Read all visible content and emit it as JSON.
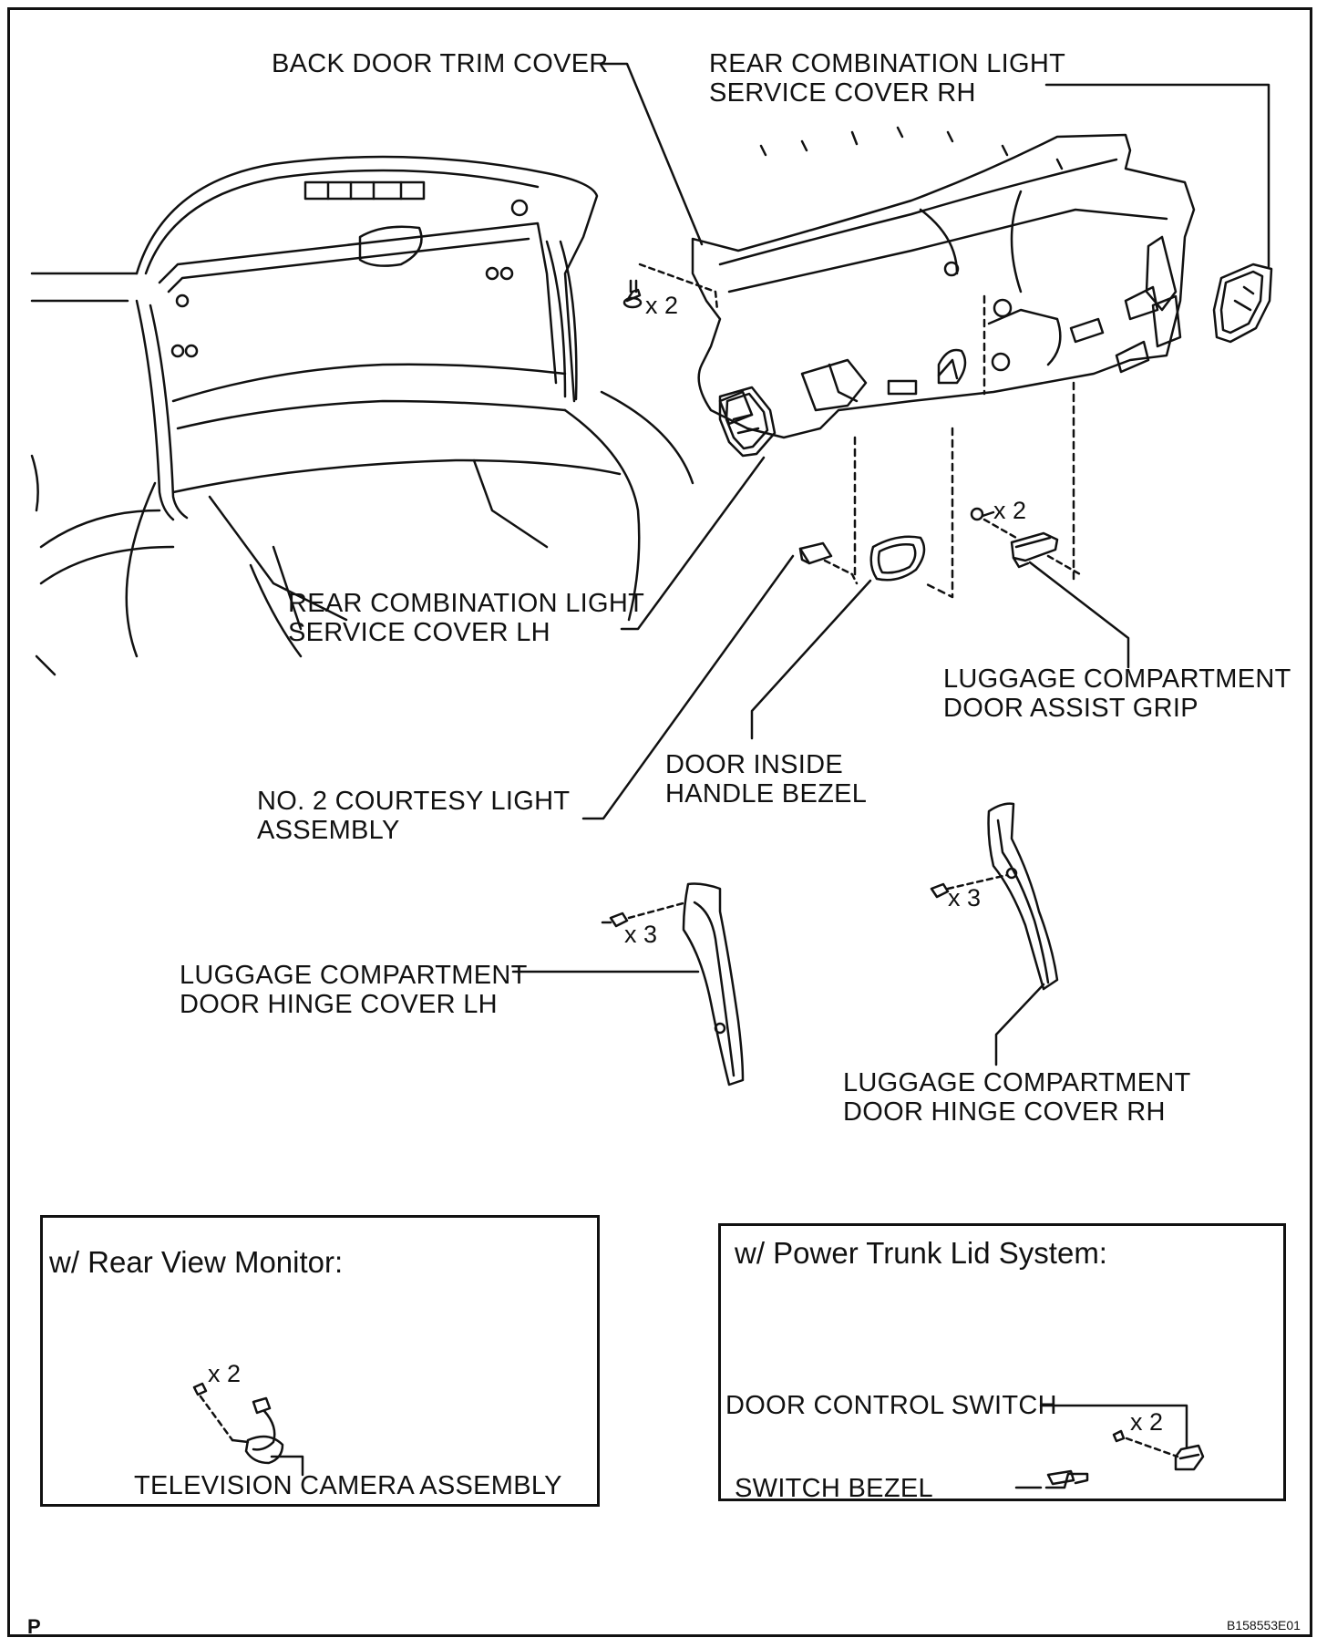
{
  "labels": {
    "back_door_trim_cover": "BACK DOOR TRIM COVER",
    "rcl_service_cover_rh_1": "REAR COMBINATION LIGHT",
    "rcl_service_cover_rh_2": "SERVICE COVER RH",
    "rcl_service_cover_lh_1": "REAR COMBINATION LIGHT",
    "rcl_service_cover_lh_2": "SERVICE COVER LH",
    "assist_grip_1": "LUGGAGE COMPARTMENT",
    "assist_grip_2": "DOOR ASSIST GRIP",
    "handle_bezel_1": "DOOR INSIDE",
    "handle_bezel_2": "HANDLE BEZEL",
    "courtesy_light_1": "NO. 2 COURTESY LIGHT",
    "courtesy_light_2": "ASSEMBLY",
    "hinge_cover_lh_1": "LUGGAGE COMPARTMENT",
    "hinge_cover_lh_2": "DOOR HINGE COVER LH",
    "hinge_cover_rh_1": "LUGGAGE COMPARTMENT",
    "hinge_cover_rh_2": "DOOR HINGE COVER RH"
  },
  "quantities": {
    "trim_cover_clips": "x 2",
    "assist_grip_bolts": "x 2",
    "hinge_lh_clips": "x 3",
    "hinge_rh_clips": "x 3",
    "camera_clips": "x 2",
    "switch_clips": "x 2"
  },
  "inset_rear_view": {
    "title": "w/ Rear View Monitor:",
    "camera_label": "TELEVISION CAMERA ASSEMBLY"
  },
  "inset_power_trunk": {
    "title": "w/ Power Trunk Lid System:",
    "switch_label": "DOOR CONTROL SWITCH",
    "bezel_label": "SWITCH BEZEL"
  },
  "footer": {
    "corner_mark": "P",
    "figure_code": "B158553E01"
  }
}
